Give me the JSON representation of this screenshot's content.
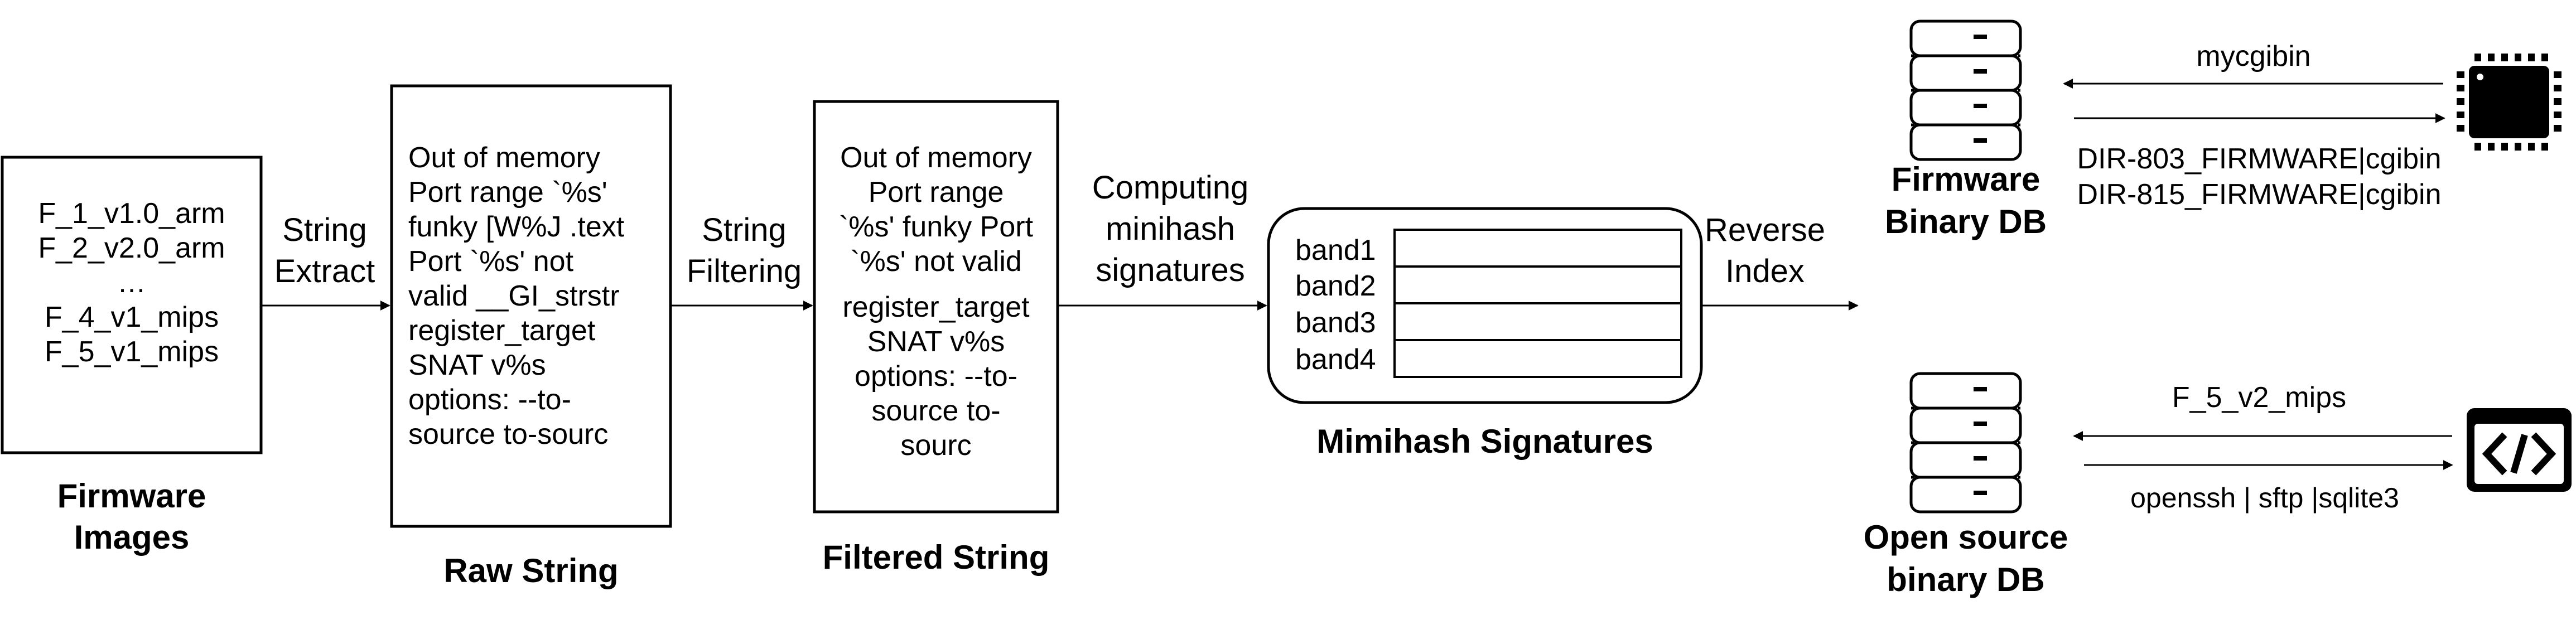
{
  "stages": {
    "firmware_images": {
      "items": [
        "F_1_v1.0_arm",
        "F_2_v2.0_arm",
        "…",
        "F_4_v1_mips",
        "F_5_v1_mips"
      ],
      "caption": [
        "Firmware",
        "Images"
      ]
    },
    "string_extract": {
      "label": [
        "String",
        "Extract"
      ]
    },
    "raw_string": {
      "lines": [
        "Out of memory",
        "Port range `%s'",
        "funky [W%J .text",
        "Port `%s' not",
        "valid __GI_strstr",
        "register_target",
        "SNAT v%s",
        "options: --to-",
        "source to-sourc"
      ],
      "caption": "Raw String"
    },
    "string_filtering": {
      "label": [
        "String",
        "Filtering"
      ]
    },
    "filtered_string": {
      "lines": [
        "Out of memory",
        "Port range",
        "`%s' funky Port",
        "`%s' not valid",
        "register_target",
        "SNAT v%s",
        "options: --to-",
        "source to-",
        "sourc"
      ],
      "caption": "Filtered String"
    },
    "computing": {
      "label": [
        "Computing",
        "minihash",
        "signatures"
      ]
    },
    "signatures": {
      "bands": [
        "band1",
        "band2",
        "band3",
        "band4"
      ],
      "caption": "Mimihash Signatures"
    },
    "reverse_index": {
      "label": [
        "Reverse",
        "Index"
      ]
    }
  },
  "firmware_db": {
    "caption": [
      "Firmware",
      "Binary DB"
    ],
    "query": "mycgibin",
    "results": [
      "DIR-803_FIRMWARE|cgibin",
      "DIR-815_FIRMWARE|cgibin"
    ],
    "icon": "chip-icon"
  },
  "opensource_db": {
    "caption": [
      "Open source",
      "binary DB"
    ],
    "query": "F_5_v2_mips",
    "result": "openssh | sftp |sqlite3",
    "icon": "code-icon"
  }
}
